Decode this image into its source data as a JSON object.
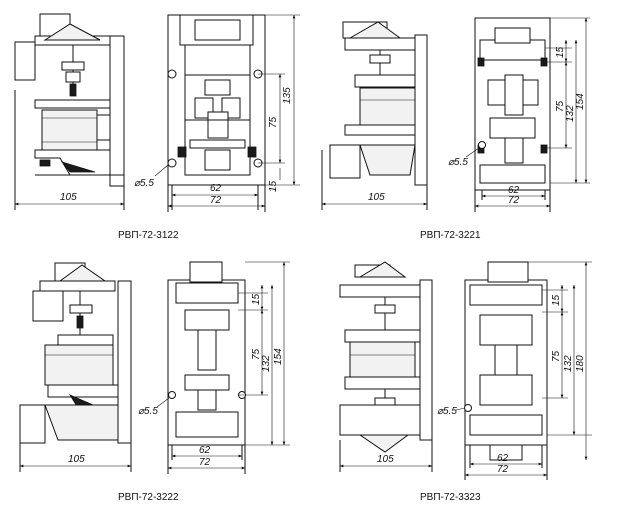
{
  "variants": [
    {
      "caption": "РВП-72-3122",
      "side_width": "105",
      "hole": "⌀5.5",
      "front_inner_width": "62",
      "front_outer_width": "72",
      "vertical_dims": [
        "135",
        "75",
        "15"
      ]
    },
    {
      "caption": "РВП-72-3221",
      "side_width": "105",
      "hole": "⌀5.5",
      "front_inner_width": "62",
      "front_outer_width": "72",
      "vertical_dims": [
        "15",
        "75",
        "132",
        "154"
      ]
    },
    {
      "caption": "РВП-72-3222",
      "side_width": "105",
      "hole": "⌀5.5",
      "front_inner_width": "62",
      "front_outer_width": "72",
      "vertical_dims": [
        "15",
        "75",
        "132",
        "154"
      ]
    },
    {
      "caption": "РВП-72-3323",
      "side_width": "105",
      "hole": "⌀5.5",
      "front_inner_width": "62",
      "front_outer_width": "72",
      "vertical_dims": [
        "15",
        "75",
        "132",
        "180"
      ]
    }
  ]
}
